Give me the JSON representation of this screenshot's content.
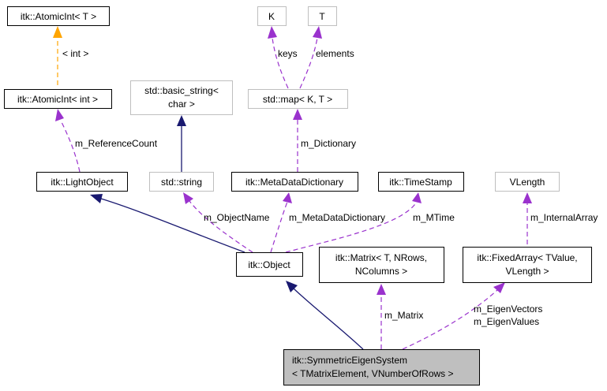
{
  "colors": {
    "inheritance": "#191970",
    "usage": "#9a32cd",
    "template": "#ffa500",
    "focus_fill": "#bfbfbf",
    "gray_border": "#bfbfbf"
  },
  "nodes": {
    "atomic_int_t": [
      "itk::AtomicInt< T >"
    ],
    "atomic_int_int": [
      "itk::AtomicInt< int >"
    ],
    "light_object": [
      "itk::LightObject"
    ],
    "basic_string": [
      "std::basic_string<",
      "char >"
    ],
    "std_string": [
      "std::string"
    ],
    "k": [
      "K"
    ],
    "t": [
      "T"
    ],
    "std_map": [
      "std::map< K, T >"
    ],
    "metadata_dictionary": [
      "itk::MetaDataDictionary"
    ],
    "timestamp": [
      "itk::TimeStamp"
    ],
    "vlength": [
      "VLength"
    ],
    "object": [
      "itk::Object"
    ],
    "matrix": [
      "itk::Matrix< T, NRows,",
      "NColumns >"
    ],
    "fixed_array": [
      "itk::FixedArray< TValue,",
      "VLength >"
    ],
    "symmetric_eigen_system": [
      "itk::SymmetricEigenSystem",
      "< TMatrixElement, VNumberOfRows >"
    ]
  },
  "edges": {
    "int_template": "< int >",
    "reference_count": "m_ReferenceCount",
    "keys": "keys",
    "elements": "elements",
    "dictionary": "m_Dictionary",
    "object_name": "m_ObjectName",
    "metadata_dictionary": "m_MetaDataDictionary",
    "mtime": "m_MTime",
    "internal_array": "m_InternalArray",
    "matrix": "m_Matrix",
    "eigen_vectors": "m_EigenVectors",
    "eigen_values": "m_EigenValues"
  }
}
